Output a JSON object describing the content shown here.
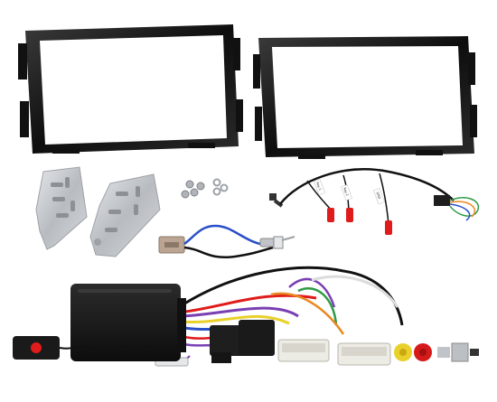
{
  "scene": {
    "background": "#ffffff",
    "colors": {
      "frame": "#141414",
      "metal": "#c9ccd0",
      "connector_white": "#ecebe4",
      "box": "#1a1a1a",
      "wire_red": "#e01b1b",
      "wire_blue": "#2a4fc7",
      "wire_purple": "#7a3fb3",
      "wire_yellow": "#e9d12a",
      "wire_green": "#2f9a45",
      "wire_orange": "#e88a22"
    },
    "wire_tags": [
      {
        "text": "Key 1"
      },
      {
        "text": "Key 2"
      },
      {
        "text": "GND"
      }
    ],
    "items": [
      {
        "name": "double-din-fascia-left"
      },
      {
        "name": "double-din-fascia-right"
      },
      {
        "name": "mounting-bracket-left"
      },
      {
        "name": "mounting-bracket-right"
      },
      {
        "name": "screws"
      },
      {
        "name": "antenna-adapter"
      },
      {
        "name": "steering-wheel-key-lead"
      },
      {
        "name": "steering-wheel-interface-box"
      },
      {
        "name": "remote-button"
      },
      {
        "name": "iso-harness"
      }
    ]
  }
}
